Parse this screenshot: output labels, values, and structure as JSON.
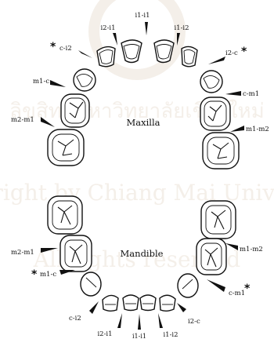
{
  "watermark": {
    "line1": "ลิขสิทธิ์มหาวิทยาลัยเชียงใหม่",
    "line2": "Copyright by Chiang Mai University",
    "line3": "All rights reserved"
  },
  "arches": {
    "upper": {
      "label": "Maxilla"
    },
    "lower": {
      "label": "Mandible"
    }
  },
  "contacts": {
    "upper": [
      "i1-i1",
      "i2-i1",
      "i1-i2",
      "c-i2",
      "i2-c",
      "m1-c",
      "c-m1",
      "m2-m1",
      "m1-m2"
    ],
    "lower": [
      "m2-m1",
      "m1-m2",
      "m1-c",
      "c-m1",
      "c-i2",
      "i2-c",
      "i2-i1",
      "i1-i1",
      "i1-i2"
    ]
  },
  "asterisk": "*"
}
